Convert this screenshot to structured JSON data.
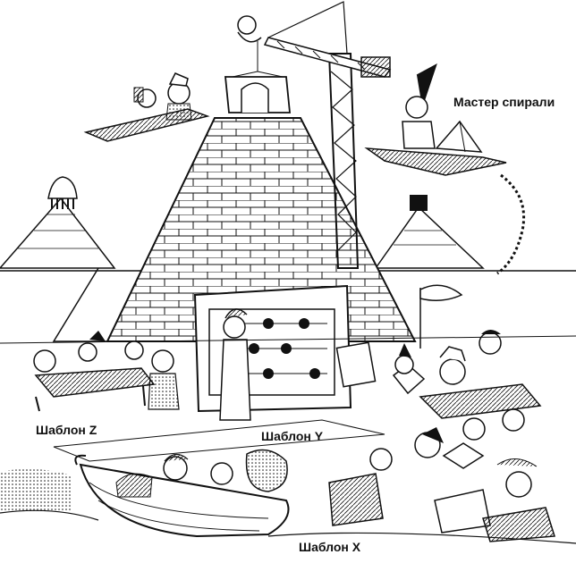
{
  "captions": {
    "master_spiral": "Мастер спирали",
    "template_z": "Шаблон Z",
    "template_y": "Шаблон Y",
    "template_x": "Шаблон X"
  },
  "colors": {
    "ink": "#111111",
    "paper": "#ffffff",
    "grey": "#9a9a9a"
  }
}
